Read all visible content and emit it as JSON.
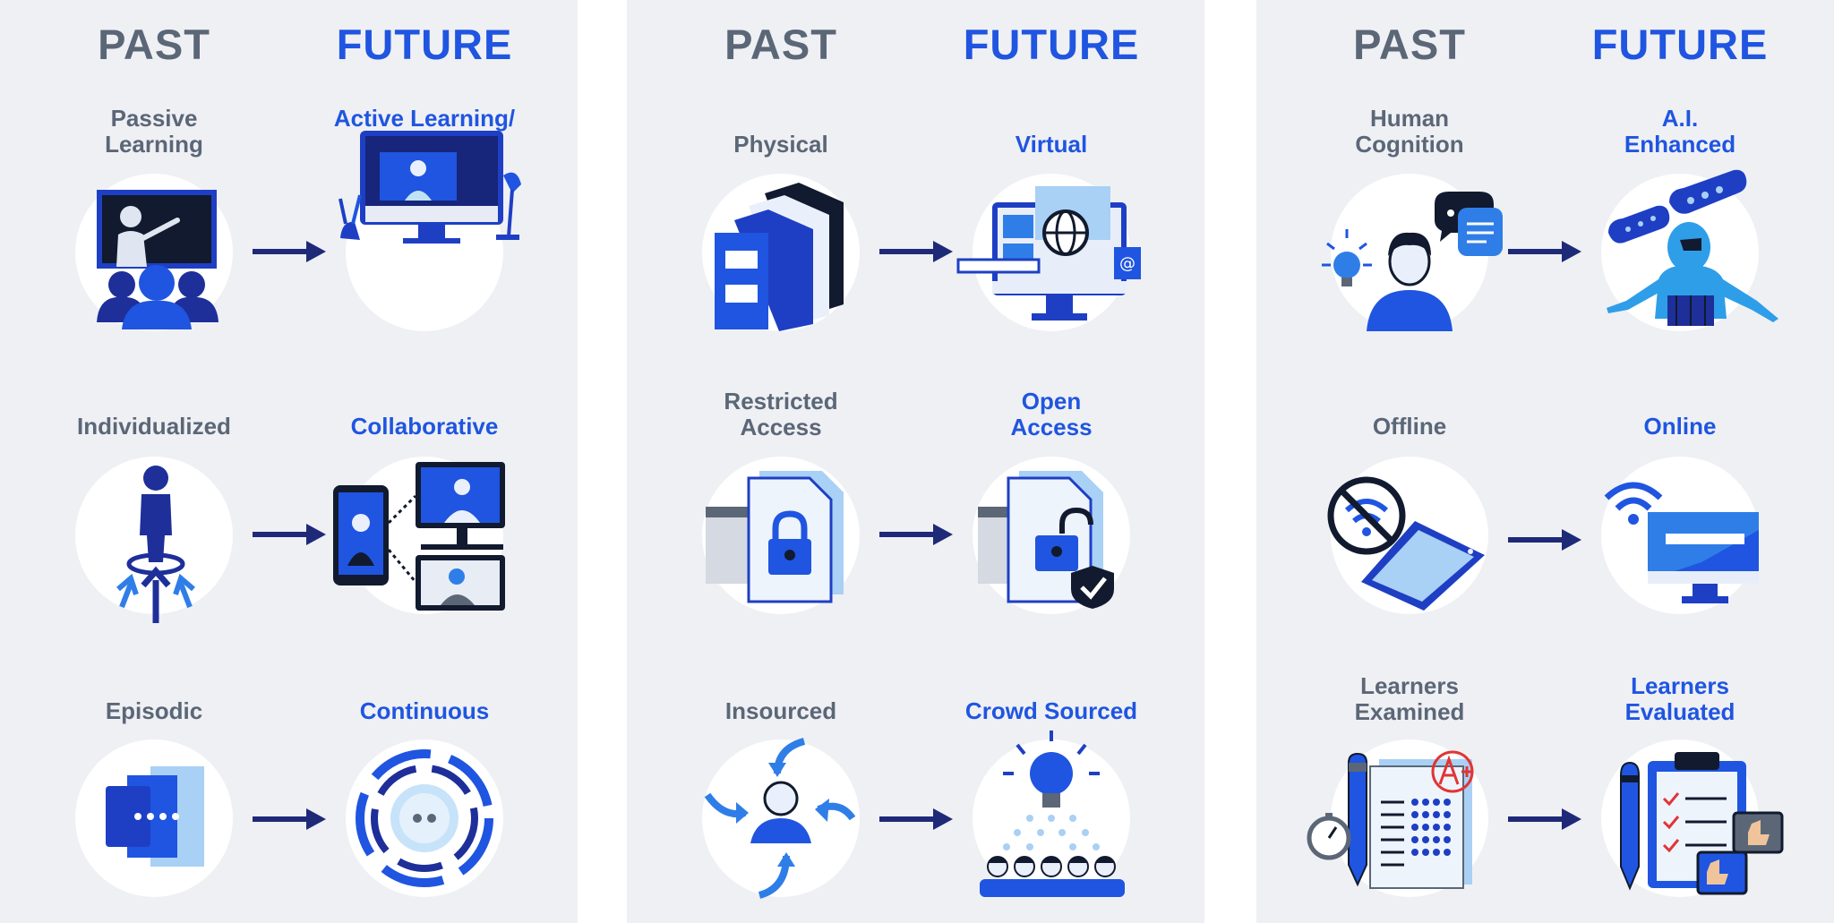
{
  "headers": {
    "past": "PAST",
    "future": "FUTURE"
  },
  "columns": [
    {
      "rows": [
        {
          "past": [
            "Passive",
            "Learning"
          ],
          "future": [
            "Active Learning/"
          ]
        },
        {
          "past": [
            "Individualized"
          ],
          "future": [
            "Collaborative"
          ]
        },
        {
          "past": [
            "Episodic"
          ],
          "future": [
            "Continuous"
          ]
        }
      ]
    },
    {
      "rows": [
        {
          "past": [
            "Physical"
          ],
          "future": [
            "Virtual"
          ]
        },
        {
          "past": [
            "Restricted",
            "Access"
          ],
          "future": [
            "Open",
            "Access"
          ]
        },
        {
          "past": [
            "Insourced"
          ],
          "future": [
            "Crowd Sourced"
          ]
        }
      ]
    },
    {
      "rows": [
        {
          "past": [
            "Human",
            "Cognition"
          ],
          "future": [
            "A.I.",
            "Enhanced"
          ]
        },
        {
          "past": [
            "Offline"
          ],
          "future": [
            "Online"
          ]
        },
        {
          "past": [
            "Learners",
            "Examined"
          ],
          "future": [
            "Learners",
            "Evaluated"
          ]
        }
      ]
    }
  ],
  "icons": [
    [
      "teacher-classroom-icon",
      "computer-video-call-desk-icon",
      "individual-person-icon",
      "video-conference-collaboration-icon",
      "stacked-cards-icon",
      "circular-cycle-gear-icon"
    ],
    [
      "books-icon",
      "virtual-computer-globe-icon",
      "locked-document-icon",
      "unlocked-document-shield-icon",
      "person-inward-arrows-icon",
      "lightbulb-crowd-icon"
    ],
    [
      "thinking-person-lightbulb-icon",
      "ai-robot-icon",
      "offline-phone-no-wifi-icon",
      "online-computer-wifi-icon",
      "exam-sheet-grade-icon",
      "evaluation-clipboard-feedback-icon"
    ]
  ],
  "colors": {
    "past_text": "#5b6777",
    "future_text": "#1f55e0",
    "arrow": "#1e2a78",
    "panel": "#eff0f4"
  }
}
